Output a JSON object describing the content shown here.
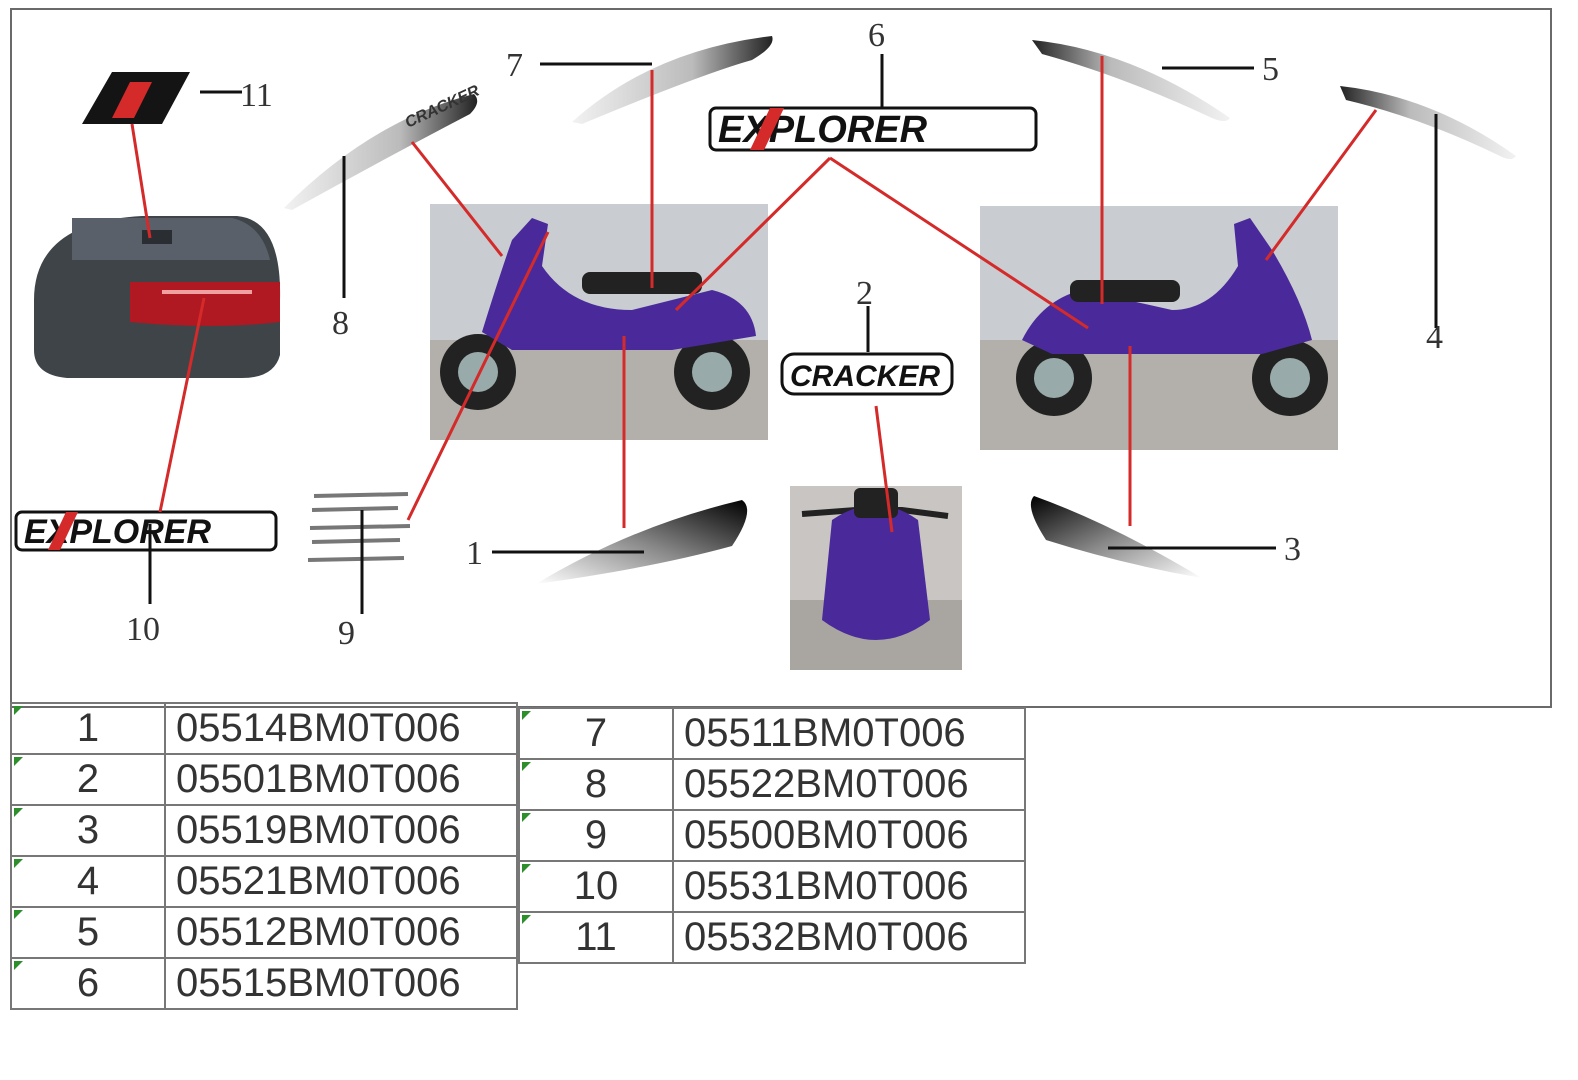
{
  "diagram": {
    "callouts": [
      "1",
      "2",
      "3",
      "4",
      "5",
      "6",
      "7",
      "8",
      "9",
      "10",
      "11"
    ],
    "decals": {
      "explorer_top": "EXPLORER",
      "explorer_left": "EXPLORER",
      "cracker": "CRACKER"
    },
    "colors": {
      "leader_red": "#d42a2a",
      "scooter_purple": "#4a2a9a",
      "box_red": "#b01822"
    }
  },
  "parts_table": {
    "left": [
      {
        "no": "1",
        "code": "05514BM0T006"
      },
      {
        "no": "2",
        "code": "05501BM0T006"
      },
      {
        "no": "3",
        "code": "05519BM0T006"
      },
      {
        "no": "4",
        "code": "05521BM0T006"
      },
      {
        "no": "5",
        "code": "05512BM0T006"
      },
      {
        "no": "6",
        "code": "05515BM0T006"
      }
    ],
    "right": [
      {
        "no": "7",
        "code": "05511BM0T006"
      },
      {
        "no": "8",
        "code": "05522BM0T006"
      },
      {
        "no": "9",
        "code": "05500BM0T006"
      },
      {
        "no": "10",
        "code": "05531BM0T006"
      },
      {
        "no": "11",
        "code": "05532BM0T006"
      }
    ]
  }
}
